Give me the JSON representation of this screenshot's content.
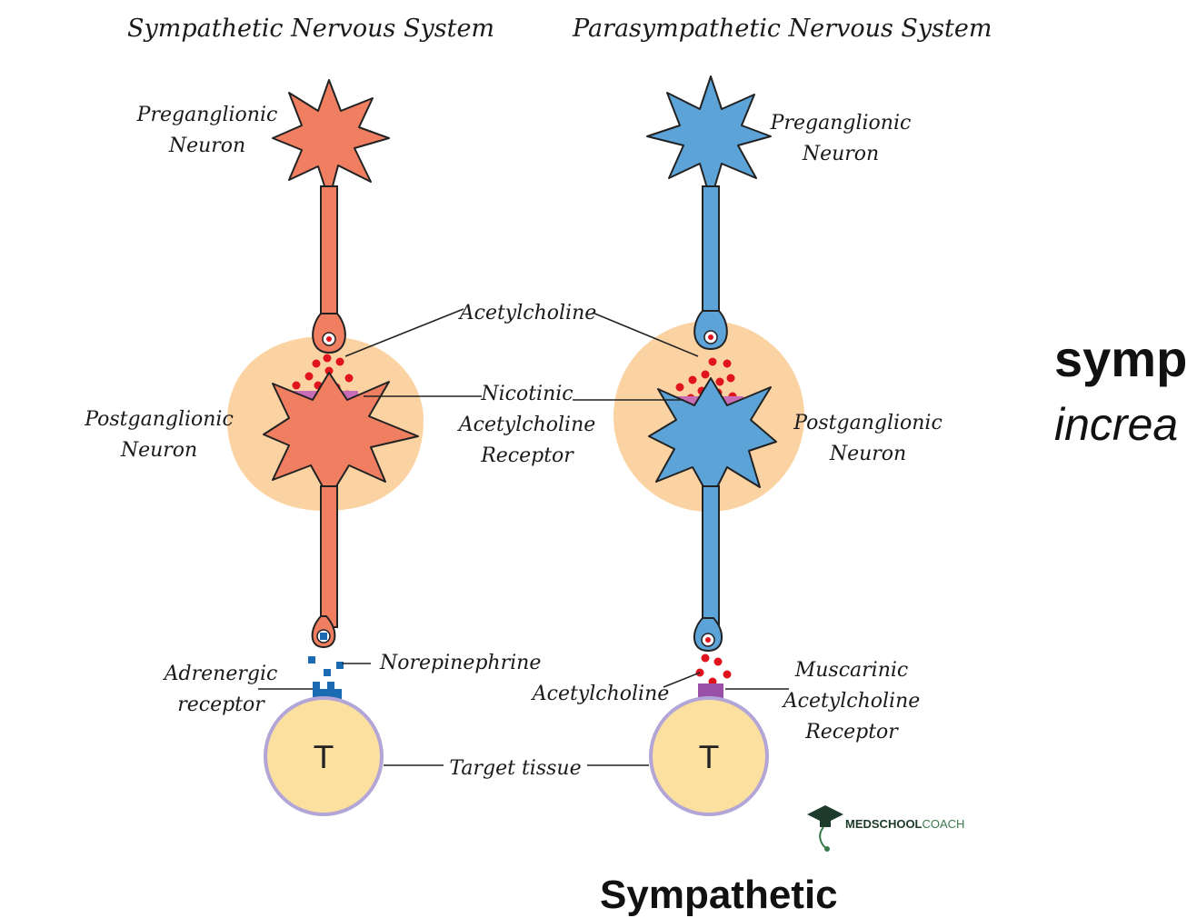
{
  "titles": {
    "sympathetic": "Sympathetic Nervous System",
    "parasympathetic": "Parasympathetic Nervous System"
  },
  "labels": {
    "preganglionic_left": [
      "Preganglionic",
      "Neuron"
    ],
    "preganglionic_right": [
      "Preganglionic",
      "Neuron"
    ],
    "postganglionic_left": [
      "Postganglionic",
      "Neuron"
    ],
    "postganglionic_right": [
      "Postganglionic",
      "Neuron"
    ],
    "acetylcholine_top": "Acetylcholine",
    "nicotinic": [
      "Nicotinic",
      "Acetylcholine",
      "Receptor"
    ],
    "norepinephrine": "Norepinephrine",
    "adrenergic": [
      "Adrenergic",
      "receptor"
    ],
    "acetylcholine_bottom": "Acetylcholine",
    "muscarinic": [
      "Muscarinic",
      "Acetylcholine",
      "Receptor"
    ],
    "target_tissue": "Target tissue",
    "target_letter": "T"
  },
  "logo": {
    "part1": "MEDSCHOOL",
    "part2": "COACH"
  },
  "side_text": {
    "bold": "symp",
    "italic": "increa"
  },
  "bottom_text": "Sympathetic",
  "colors": {
    "sympathetic_neuron": "#f07f62",
    "parasympathetic_neuron": "#5ca3d8",
    "ganglion": "#fbd3a3",
    "target": "#fbe0a0",
    "target_border": "#b3a6d6",
    "acetylcholine_dot": "#e0141e",
    "norepinephrine_dot": "#1b6bb2",
    "nicotinic_receptor": "#c66db5",
    "muscarinic_receptor": "#9a50a8"
  }
}
